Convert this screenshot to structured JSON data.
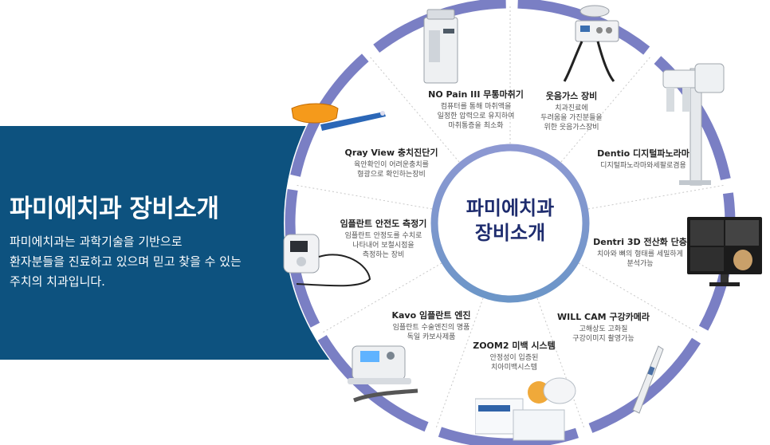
{
  "intro": {
    "title": "파미에치과 장비소개",
    "description_lines": [
      "파미에치과는 과학기술을 기반으로",
      "환자분들을 진료하고 있으며 믿고 찾을 수 있는",
      "주치의 치과입니다."
    ]
  },
  "center": {
    "line1": "파미에치과",
    "line2": "장비소개"
  },
  "colors": {
    "band": "#0d527f",
    "ring_outer": "#7a7fc4",
    "ring_inner_gradient_top": "#8d98d2",
    "ring_inner_gradient_bottom": "#6c96c8",
    "center_text": "#1e2c6e"
  },
  "equipment": [
    {
      "name": "NO Pain III 무통마취기",
      "desc": [
        "컴퓨터를 통해 마취액을",
        "일정한 압력으로 유지하여",
        "마취통증을 최소화"
      ],
      "icon": "anesthesia-device-icon"
    },
    {
      "name": "웃음가스 장비",
      "desc": [
        "치과진료에",
        "두려움을 가진분들을",
        "위한 웃음가스장비"
      ],
      "icon": "laughing-gas-icon"
    },
    {
      "name": "Dentio 디지털파노라마",
      "desc": [
        "디지털파노라마와세팔로겸용"
      ],
      "icon": "panorama-xray-icon"
    },
    {
      "name": "Dentri 3D 전산화 단층",
      "desc": [
        "치아와 뼈의 형태를 세밀하게",
        "분석가능"
      ],
      "icon": "ct-monitor-icon"
    },
    {
      "name": "WILL CAM 구강카메라",
      "desc": [
        "고해상도 고화질",
        "구강이미지 촬영가능"
      ],
      "icon": "intraoral-camera-icon"
    },
    {
      "name": "ZOOM2 미백 시스템",
      "desc": [
        "안정성이 입증된",
        "치아미백시스템"
      ],
      "icon": "whitening-kit-icon"
    },
    {
      "name": "Kavo 임플란트 엔진",
      "desc": [
        "임플란트 수술엔진의 명품",
        "독일 카보사제품"
      ],
      "icon": "implant-engine-icon"
    },
    {
      "name": "임플란트 안전도 측정기",
      "desc": [
        "임플란트 안정도를 수치로",
        "나타내어 보철시점을",
        "측정하는 장비"
      ],
      "icon": "stability-meter-icon"
    },
    {
      "name": "Qray View 충치진단기",
      "desc": [
        "육안확인이 어려운충치를",
        "형광으로 확인하는장비"
      ],
      "icon": "qray-pen-icon"
    }
  ]
}
